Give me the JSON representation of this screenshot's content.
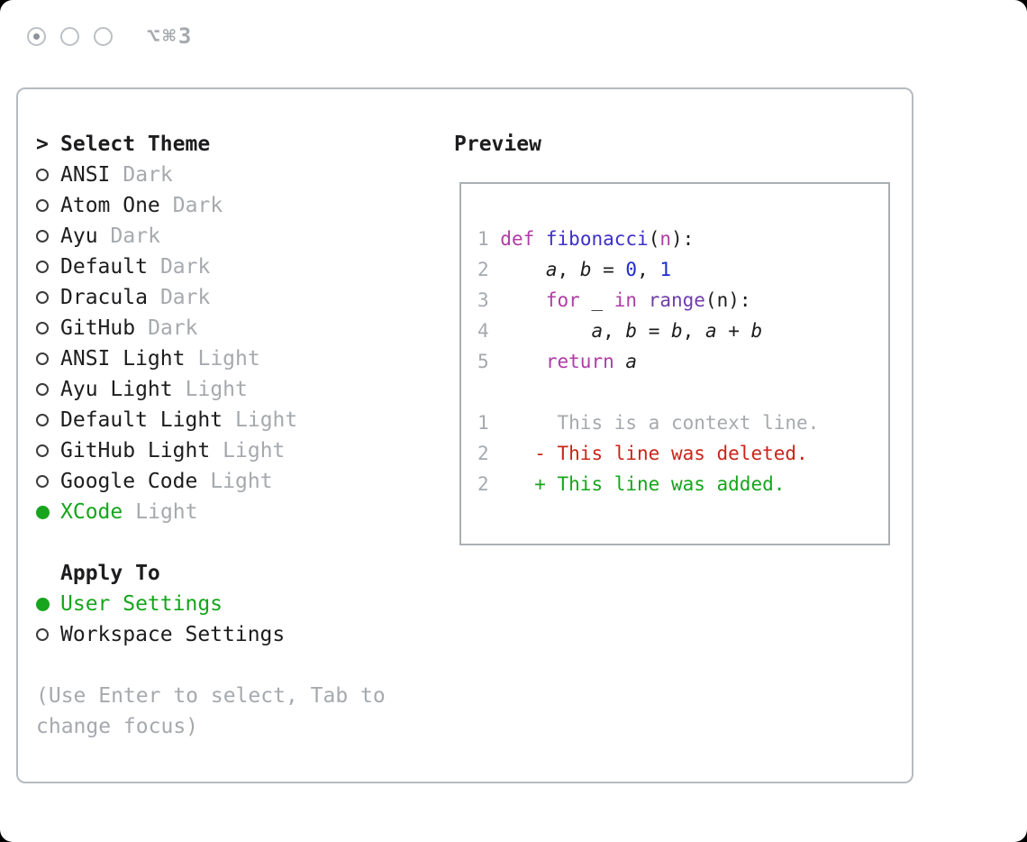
{
  "window": {
    "shortcut": "⌥⌘3"
  },
  "theme_selector": {
    "title_prefix": ">",
    "title": "Select Theme",
    "themes": [
      {
        "name": "ANSI",
        "variant": "Dark",
        "selected": false
      },
      {
        "name": "Atom One",
        "variant": "Dark",
        "selected": false
      },
      {
        "name": "Ayu",
        "variant": "Dark",
        "selected": false
      },
      {
        "name": "Default",
        "variant": "Dark",
        "selected": false
      },
      {
        "name": "Dracula",
        "variant": "Dark",
        "selected": false
      },
      {
        "name": "GitHub",
        "variant": "Dark",
        "selected": false
      },
      {
        "name": "ANSI Light",
        "variant": "Light",
        "selected": false
      },
      {
        "name": "Ayu Light",
        "variant": "Light",
        "selected": false
      },
      {
        "name": "Default Light",
        "variant": "Light",
        "selected": false
      },
      {
        "name": "GitHub Light",
        "variant": "Light",
        "selected": false
      },
      {
        "name": "Google Code",
        "variant": "Light",
        "selected": false
      },
      {
        "name": "XCode",
        "variant": "Light",
        "selected": true
      }
    ],
    "apply_to": {
      "title": "Apply To",
      "options": [
        {
          "label": "User Settings",
          "selected": true
        },
        {
          "label": "Workspace Settings",
          "selected": false
        }
      ]
    },
    "hint_line1": "(Use Enter to select, Tab to",
    "hint_line2": "change focus)"
  },
  "preview": {
    "title": "Preview",
    "code_lines": [
      [
        {
          "c": "n",
          "t": "1 "
        },
        {
          "c": "k",
          "t": "def"
        },
        {
          "c": "p",
          "t": " "
        },
        {
          "c": "f",
          "t": "fibonacci"
        },
        {
          "c": "p",
          "t": "("
        },
        {
          "c": "m",
          "t": "n"
        },
        {
          "c": "p",
          "t": "):"
        }
      ],
      [
        {
          "c": "n",
          "t": "2 "
        },
        {
          "c": "p",
          "t": "    "
        },
        {
          "c": "i",
          "t": "a"
        },
        {
          "c": "p",
          "t": ", "
        },
        {
          "c": "i",
          "t": "b"
        },
        {
          "c": "p",
          "t": " = "
        },
        {
          "c": "d",
          "t": "0"
        },
        {
          "c": "p",
          "t": ", "
        },
        {
          "c": "d",
          "t": "1"
        }
      ],
      [
        {
          "c": "n",
          "t": "3 "
        },
        {
          "c": "p",
          "t": "    "
        },
        {
          "c": "k",
          "t": "for"
        },
        {
          "c": "p",
          "t": " _ "
        },
        {
          "c": "k",
          "t": "in"
        },
        {
          "c": "p",
          "t": " "
        },
        {
          "c": "b",
          "t": "range"
        },
        {
          "c": "p",
          "t": "(n):"
        }
      ],
      [
        {
          "c": "n",
          "t": "4 "
        },
        {
          "c": "p",
          "t": "        "
        },
        {
          "c": "i",
          "t": "a"
        },
        {
          "c": "p",
          "t": ", "
        },
        {
          "c": "i",
          "t": "b"
        },
        {
          "c": "p",
          "t": " = "
        },
        {
          "c": "i",
          "t": "b"
        },
        {
          "c": "p",
          "t": ", "
        },
        {
          "c": "i",
          "t": "a"
        },
        {
          "c": "p",
          "t": " + "
        },
        {
          "c": "i",
          "t": "b"
        }
      ],
      [
        {
          "c": "n",
          "t": "5 "
        },
        {
          "c": "p",
          "t": "    "
        },
        {
          "c": "k",
          "t": "return"
        },
        {
          "c": "p",
          "t": " "
        },
        {
          "c": "i",
          "t": "a"
        }
      ],
      [],
      [
        {
          "c": "n",
          "t": "1"
        },
        {
          "c": "c",
          "t": "      This is a context line."
        }
      ],
      [
        {
          "c": "n",
          "t": "2"
        },
        {
          "c": "p",
          "t": "    "
        },
        {
          "c": "r",
          "t": "- This line was deleted."
        }
      ],
      [
        {
          "c": "n",
          "t": "2"
        },
        {
          "c": "p",
          "t": "    "
        },
        {
          "c": "g",
          "t": "+ This line was added."
        }
      ]
    ]
  },
  "colors": {
    "text": "#1d1d1f",
    "muted": "#a6a9ad",
    "green": "#16a51c",
    "red": "#c9251a",
    "keyword": "#af3da5",
    "function": "#3d2fc8",
    "builtin": "#703daa",
    "number": "#1c2bcf",
    "panel-border": "#b6bbc1",
    "preview-border": "#aaafb4",
    "light-stroke": "#bcc0c5",
    "light-dot": "#8f9499"
  }
}
